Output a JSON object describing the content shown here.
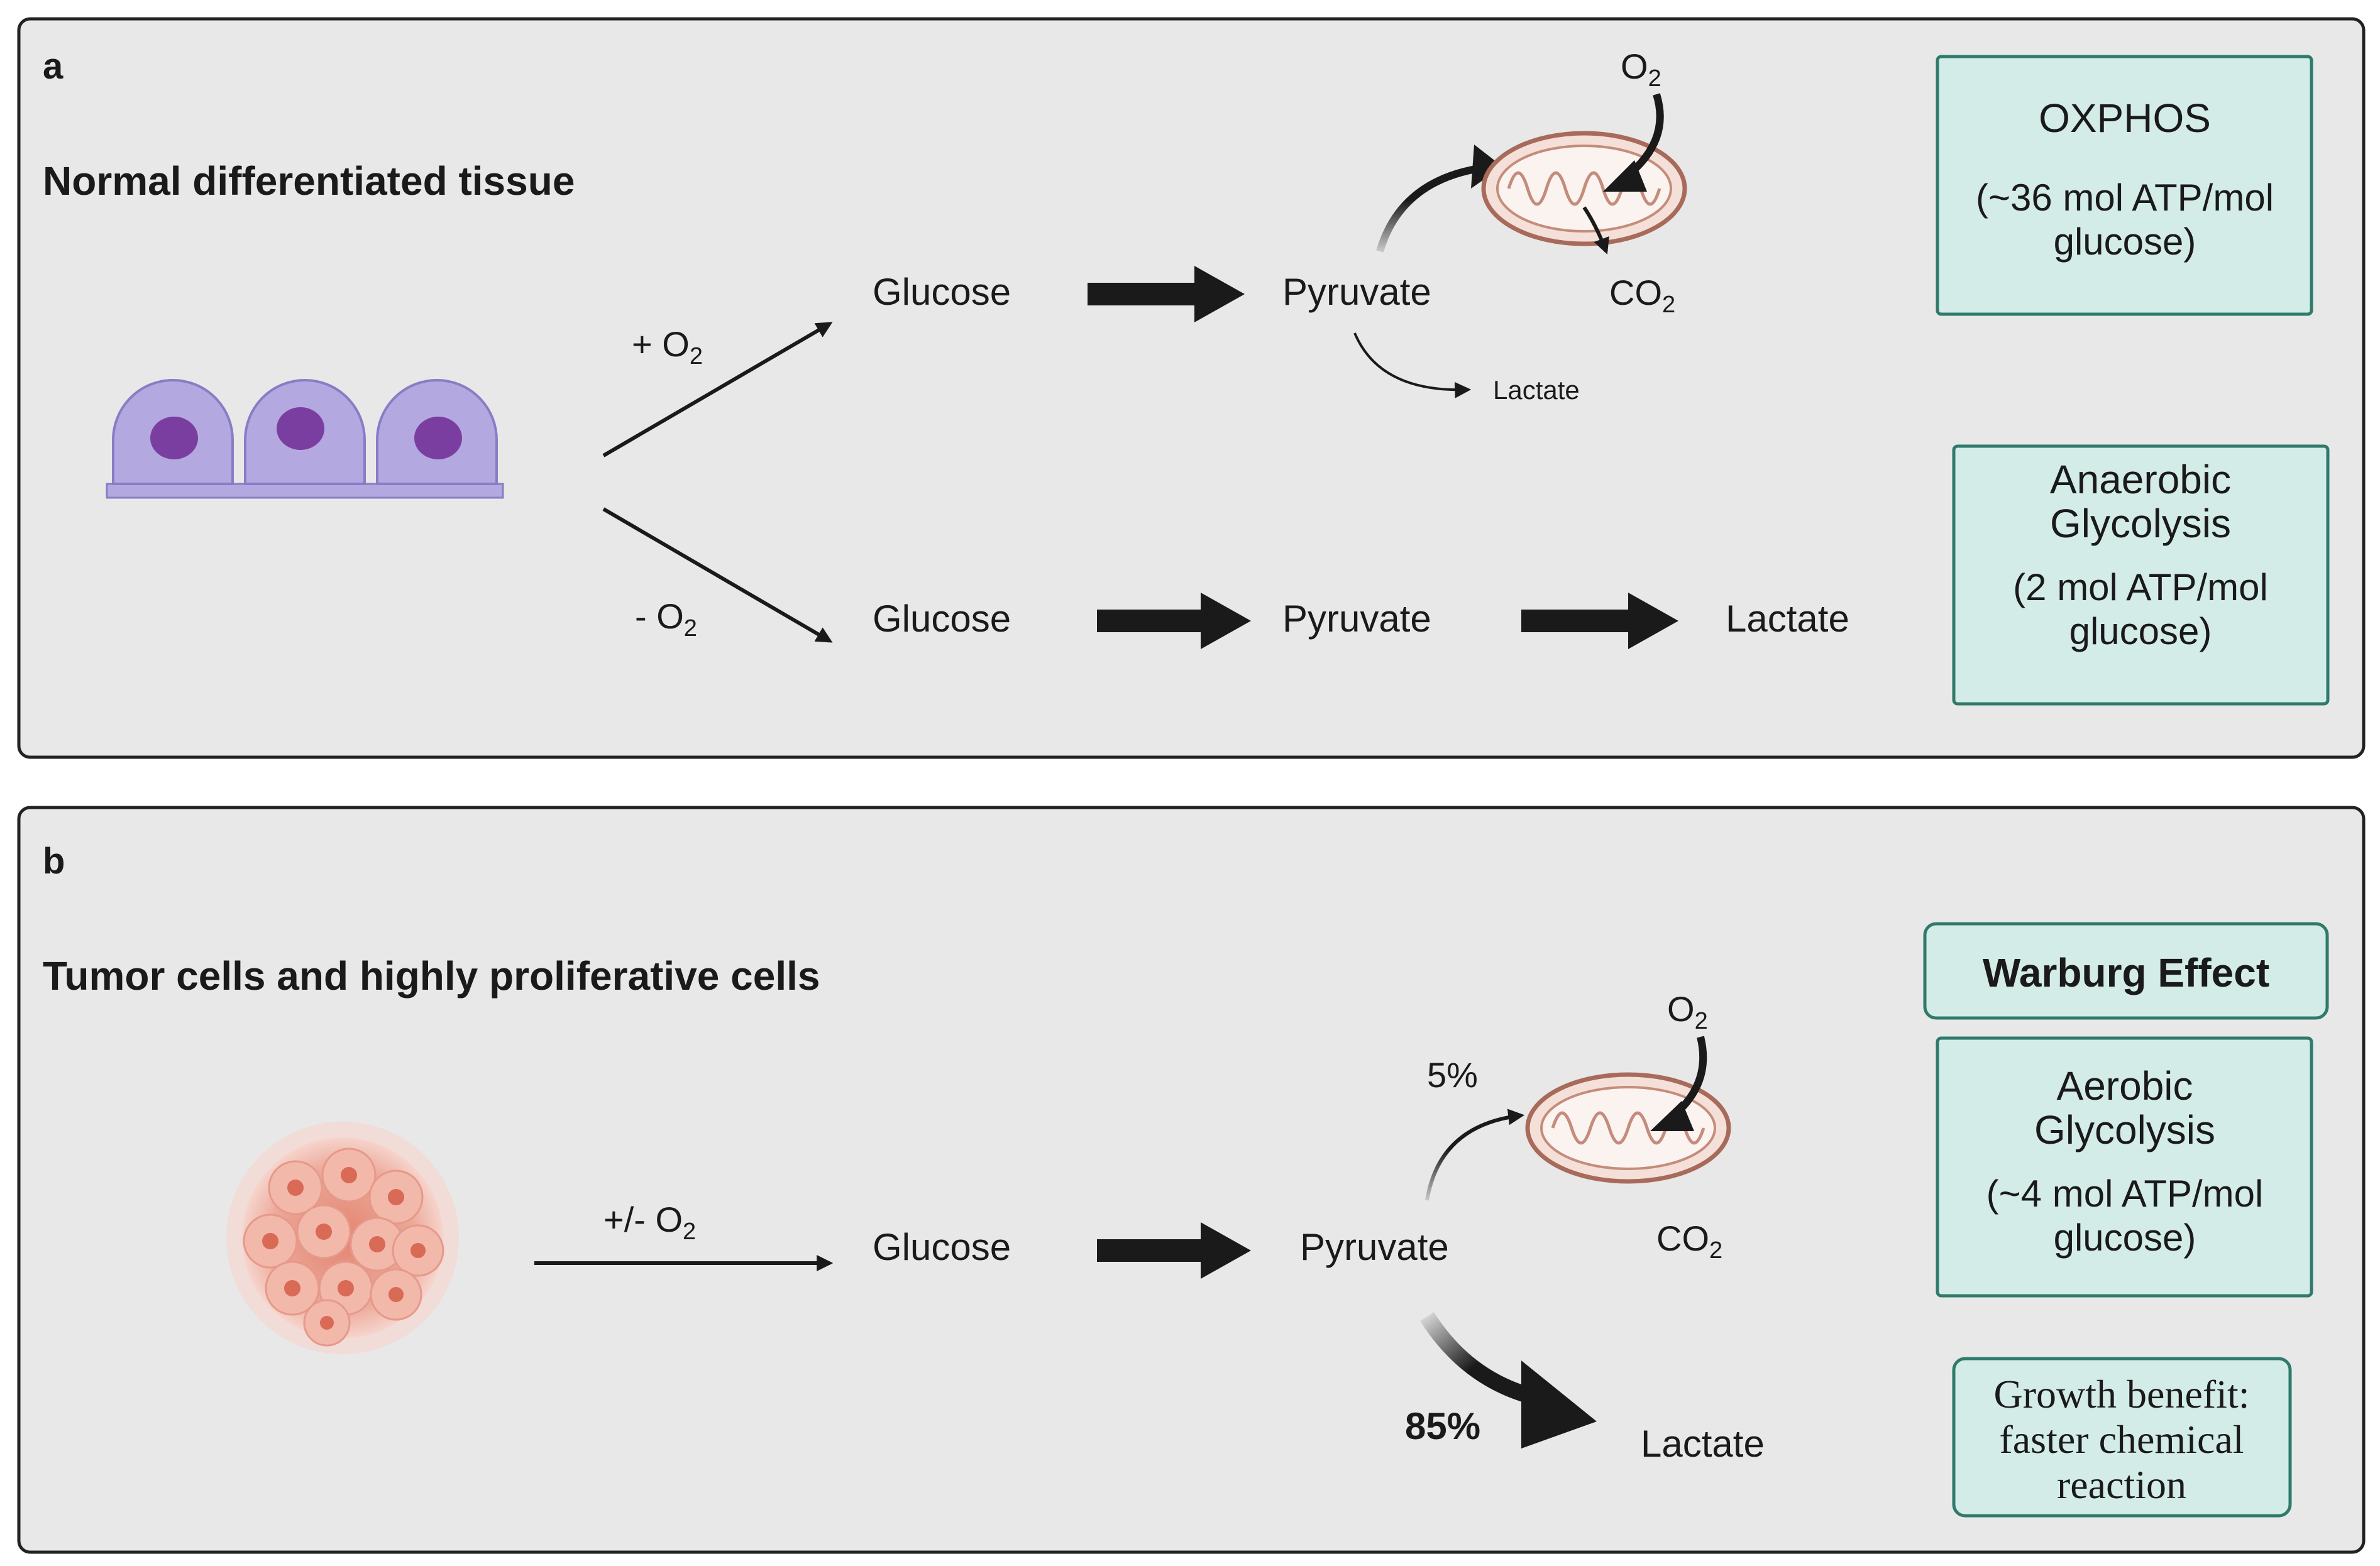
{
  "panel_a": {
    "letter": "a",
    "title": "Normal differentiated tissue",
    "aerobic": {
      "condition": "+ O",
      "condition_sub": "2",
      "glucose": "Glucose",
      "pyruvate": "Pyruvate",
      "o2": "O",
      "o2_sub": "2",
      "co2": "CO",
      "co2_sub": "2",
      "lactate_minor": "Lactate"
    },
    "anaerobic": {
      "condition": "- O",
      "condition_sub": "2",
      "glucose": "Glucose",
      "pyruvate": "Pyruvate",
      "lactate": "Lactate"
    },
    "box_oxphos": {
      "title": "OXPHOS",
      "line1": "(~36 mol ATP/mol",
      "line2": "glucose)"
    },
    "box_anaerobic": {
      "title1": "Anaerobic",
      "title2": "Glycolysis",
      "line1": "(2 mol ATP/mol",
      "line2": "glucose)"
    }
  },
  "panel_b": {
    "letter": "b",
    "title": "Tumor cells and highly proliferative cells",
    "condition": "+/- O",
    "condition_sub": "2",
    "glucose": "Glucose",
    "pyruvate": "Pyruvate",
    "o2": "O",
    "o2_sub": "2",
    "co2": "CO",
    "co2_sub": "2",
    "pct_mito": "5%",
    "pct_lactate": "85%",
    "lactate": "Lactate",
    "box_warburg": "Warburg Effect",
    "box_aerobic": {
      "title1": "Aerobic",
      "title2": "Glycolysis",
      "line1": "(~4 mol ATP/mol",
      "line2": "glucose)"
    },
    "box_growth": {
      "line1": "Growth benefit:",
      "line2": "faster chemical",
      "line3": "reaction"
    }
  },
  "colors": {
    "panel_bg": "#e8e8e8",
    "box_fill": "#d4ece8",
    "box_border": "#2f7a6a",
    "cell_fill": "#b4a8e0",
    "nucleus": "#7a3ea0",
    "tumor": "#e8a090",
    "mito_outer": "#f4e0d8",
    "mito_border": "#a86a5a"
  }
}
